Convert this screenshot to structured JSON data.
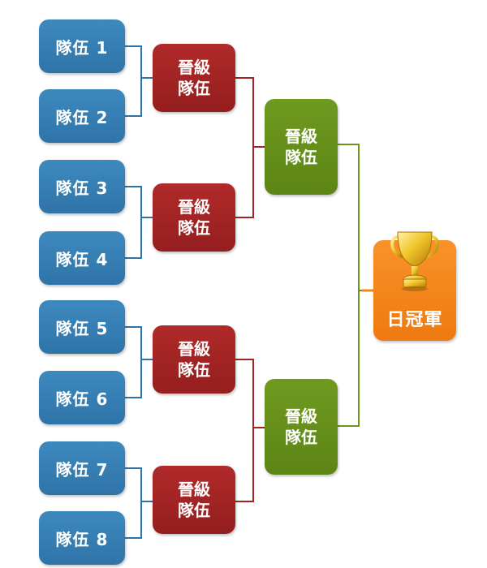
{
  "teams": [
    "隊伍 1",
    "隊伍 2",
    "隊伍 3",
    "隊伍 4",
    "隊伍 5",
    "隊伍 6",
    "隊伍 7",
    "隊伍 8"
  ],
  "quarterfinal_label": [
    "晉級",
    "隊伍"
  ],
  "semifinal_label": [
    "晉級",
    "隊伍"
  ],
  "champion_label": "日冠軍",
  "colors": {
    "team": "#2f74a8",
    "quarterfinal": "#a32222",
    "semifinal": "#6a9619",
    "champion": "#f5861b",
    "team_line": "#2f74a8",
    "quarter_line": "#a32222",
    "semi_line": "#6a9619",
    "champion_line": "#f5861b"
  },
  "icons": {
    "champion_icon": "trophy-icon"
  }
}
